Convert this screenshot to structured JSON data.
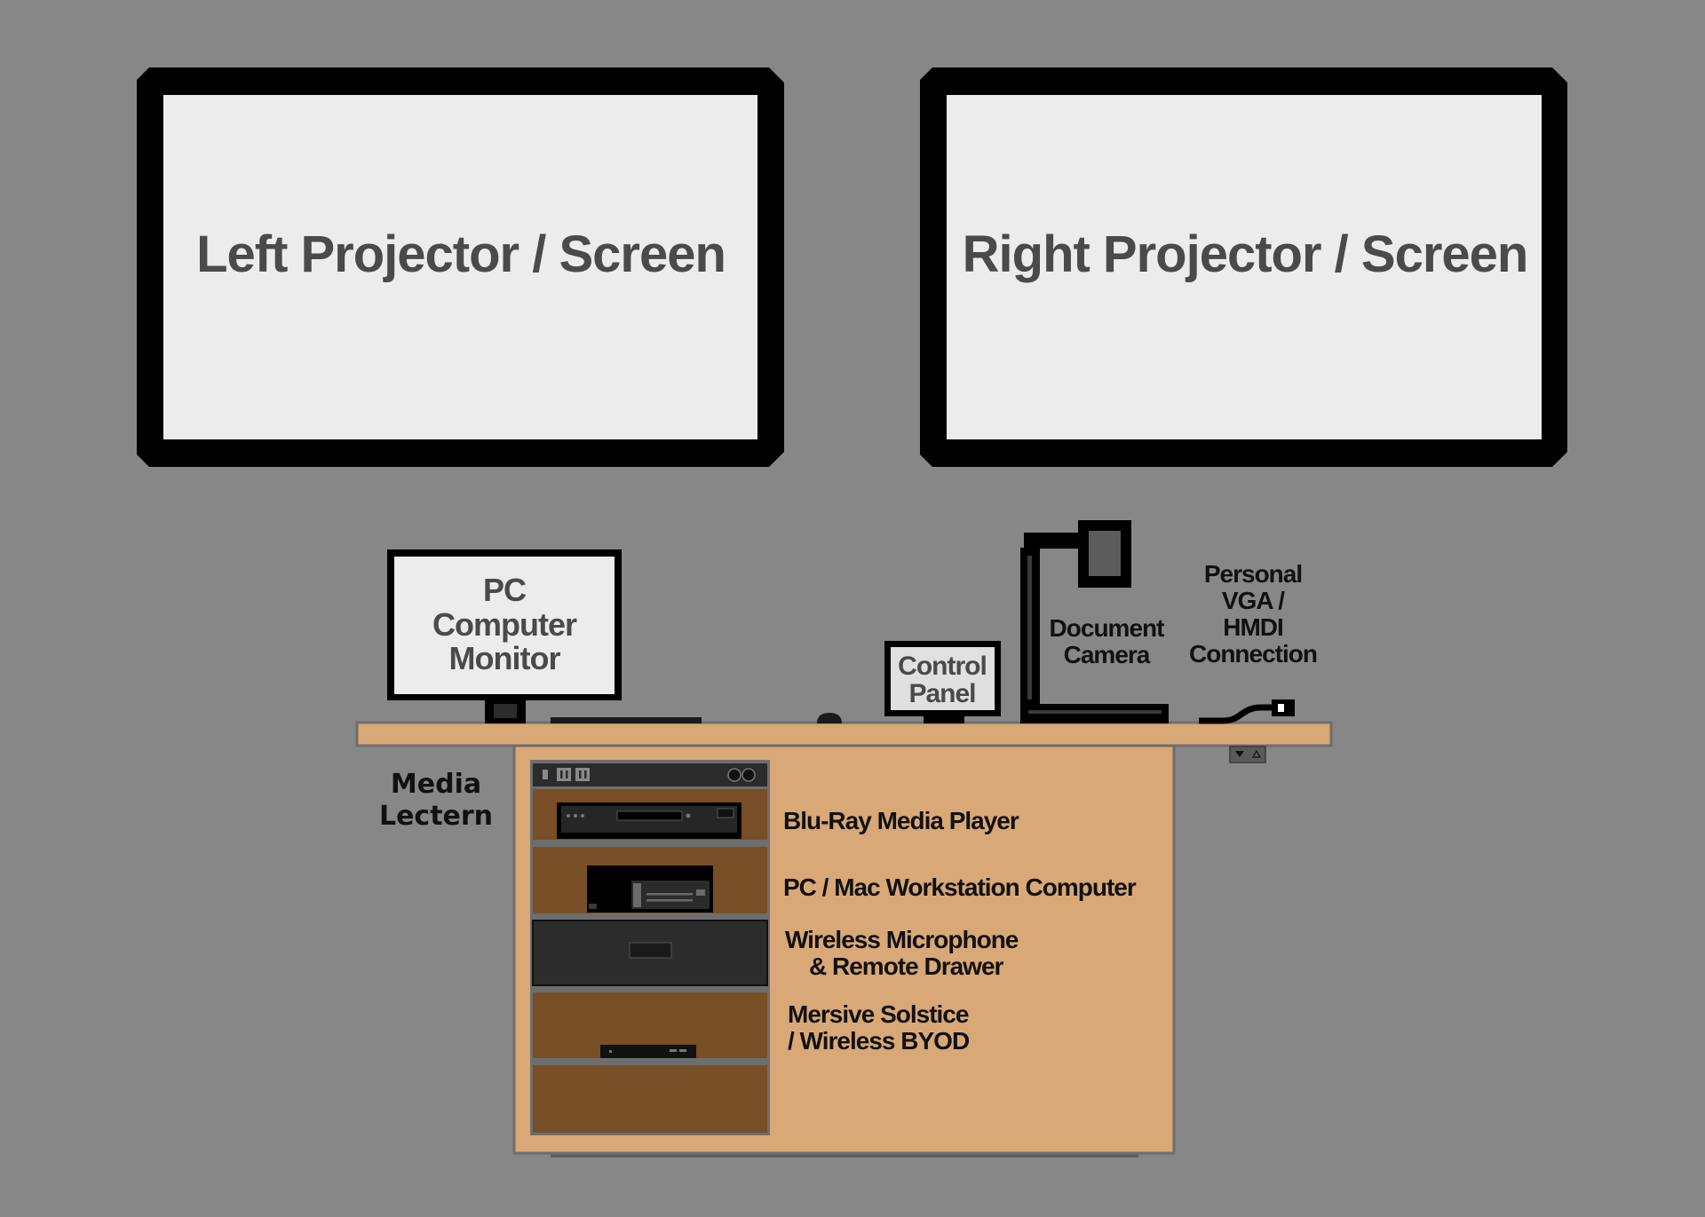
{
  "screens": {
    "left_label": "Left Projector / Screen",
    "right_label": "Right Projector / Screen"
  },
  "monitor": {
    "line1": "PC",
    "line2": "Computer",
    "line3": "Monitor"
  },
  "control_panel": {
    "line1": "Control",
    "line2": "Panel"
  },
  "document_camera": {
    "line1": "Document",
    "line2": "Camera"
  },
  "personal_connection": {
    "line1": "Personal",
    "line2": "VGA /",
    "line3": "HMDI",
    "line4": "Connection"
  },
  "lectern": {
    "line1": "Media",
    "line2": "Lectern"
  },
  "rack": {
    "bluray": "Blu-Ray Media Player",
    "workstation": "PC / Mac Workstation Computer",
    "wireless_line1": "Wireless Microphone",
    "wireless_line2": "& Remote Drawer",
    "mersive_line1": "Mersive Solstice",
    "mersive_line2": "/ Wireless BYOD"
  },
  "colors": {
    "background": "#878787",
    "screen_frame": "#000000",
    "screen_surface": "#ececec",
    "desk": "#d9a877",
    "rack_shelf": "#784e26",
    "rack_drawer": "#2c2c2c"
  },
  "icons": [
    "projector-screen",
    "computer-monitor",
    "keyboard",
    "mouse",
    "control-panel",
    "document-camera",
    "hdmi-cable",
    "floor-box",
    "blu-ray-player",
    "workstation-computer",
    "wireless-drawer",
    "mersive-pod"
  ]
}
